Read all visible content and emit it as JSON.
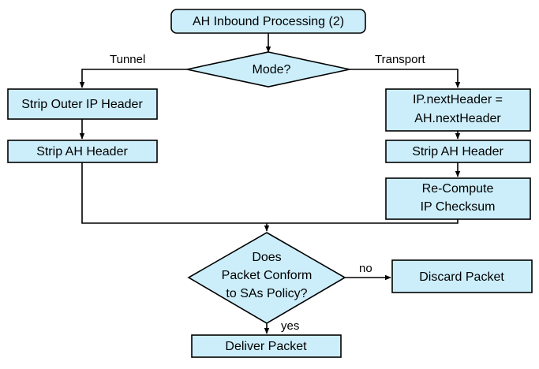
{
  "diagram": {
    "title": "AH Inbound Processing (2)",
    "background_color": "#ffffff",
    "node_fill_color": "#cceefb",
    "node_stroke_color": "#000000",
    "text_color": "#000000",
    "nodes": {
      "start": {
        "label": "AH Inbound Processing (2)",
        "shape": "rounded-rect"
      },
      "mode_decision": {
        "label": "Mode?",
        "shape": "diamond"
      },
      "strip_outer_ip_header": {
        "label": "Strip Outer IP Header",
        "shape": "rect"
      },
      "strip_ah_header_tunnel": {
        "label": "Strip AH Header",
        "shape": "rect"
      },
      "ip_nextheader": {
        "line1": "IP.nextHeader =",
        "line2": "AH.nextHeader",
        "shape": "rect"
      },
      "strip_ah_header_transport": {
        "label": "Strip AH Header",
        "shape": "rect"
      },
      "recompute_checksum": {
        "line1": "Re-Compute",
        "line2": "IP Checksum",
        "shape": "rect"
      },
      "policy_decision": {
        "line1": "Does",
        "line2": "Packet Conform",
        "line3": "to SAs Policy?",
        "shape": "diamond"
      },
      "discard_packet": {
        "label": "Discard Packet",
        "shape": "rect"
      },
      "deliver_packet": {
        "label": "Deliver Packet",
        "shape": "rect"
      }
    },
    "edge_labels": {
      "tunnel": "Tunnel",
      "transport": "Transport",
      "no": "no",
      "yes": "yes"
    }
  }
}
